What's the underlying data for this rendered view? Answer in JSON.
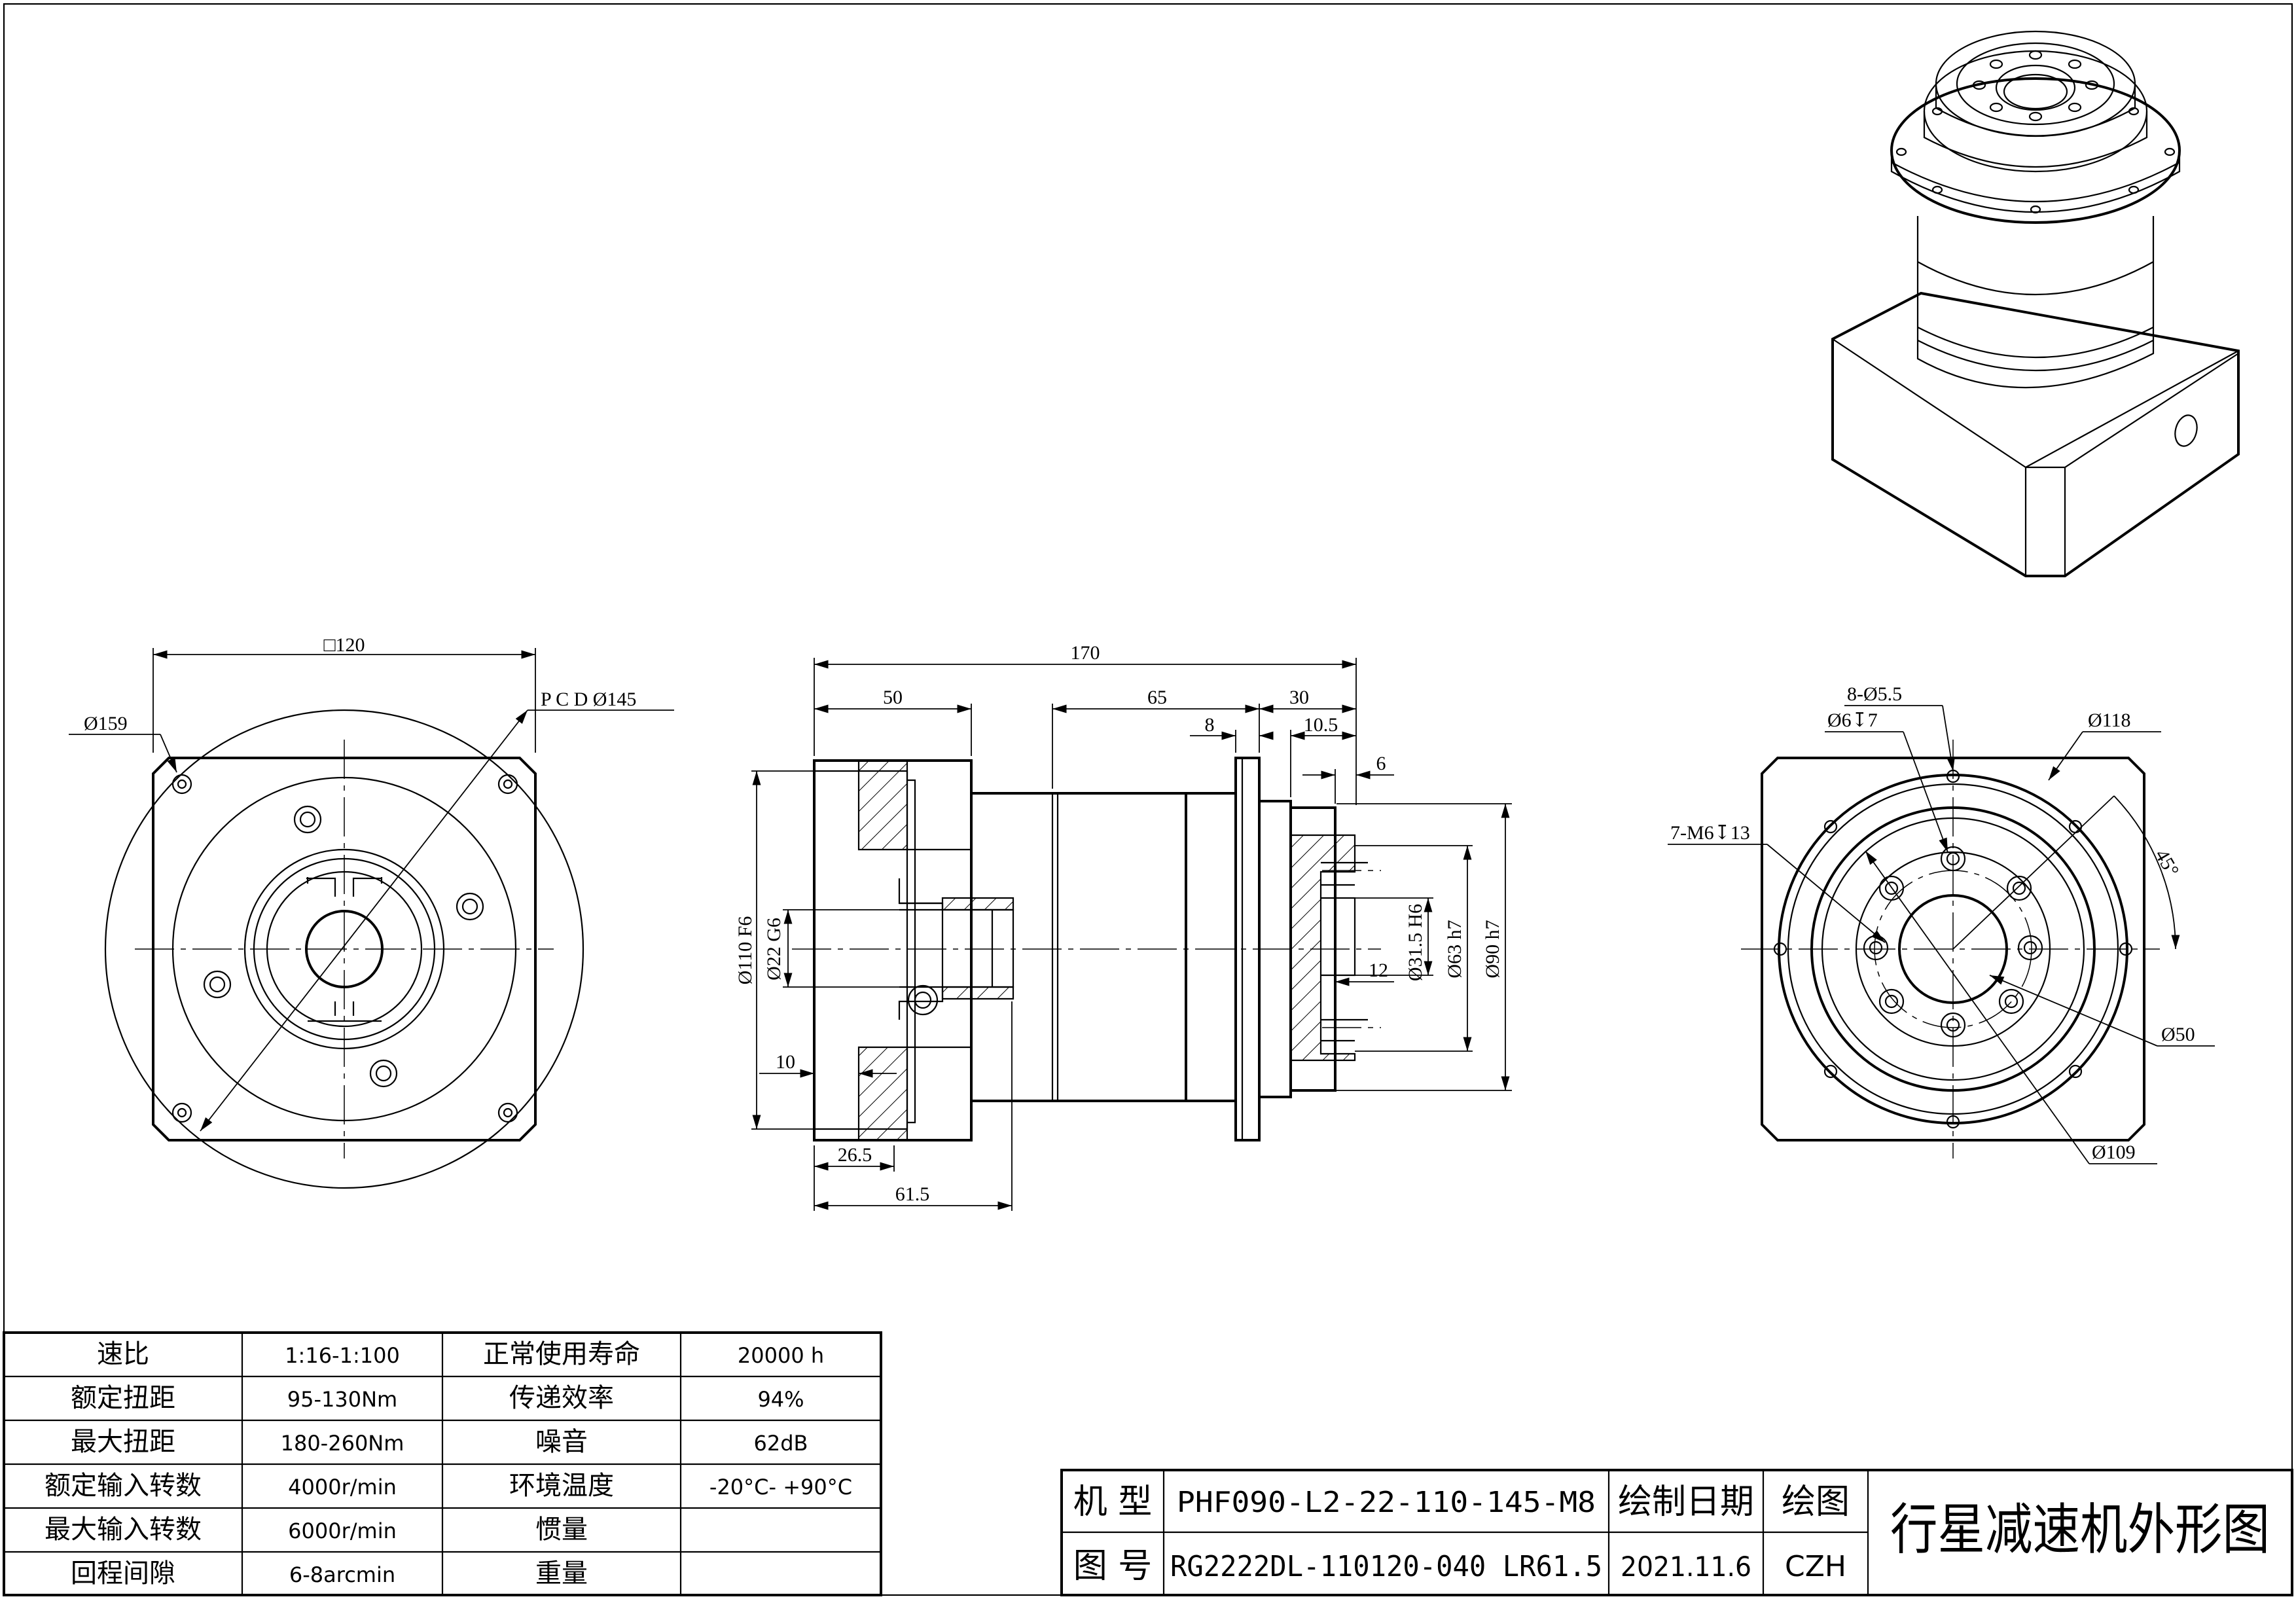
{
  "views": {
    "front_view": {
      "square": "□120",
      "circle_outer": "Ø159",
      "pcd": "P C D  Ø145"
    },
    "side_view": {
      "overall_length": "170",
      "len_50": "50",
      "len_65": "65",
      "len_30": "30",
      "len_8": "8",
      "len_10_5": "10.5",
      "len_6": "6",
      "len_12": "12",
      "len_10": "10",
      "len_26_5": "26.5",
      "len_61_5": "61.5",
      "dia_110": "Ø110 F6",
      "dia_22": "Ø22 G6",
      "dia_31_5": "Ø31.5 H6",
      "dia_63": "Ø63 h7",
      "dia_90": "Ø90 h7"
    },
    "output_view": {
      "holes_8": "8-Ø5.5",
      "depth_6": "Ø6↧7",
      "dia_118": "Ø118",
      "tap_7": "7-M6↧13",
      "angle": "45°",
      "dia_50": "Ø50",
      "dia_109": "Ø109"
    }
  },
  "spec_table": {
    "rows": [
      {
        "label1": "速比",
        "value1": "1:16-1:100",
        "label2": "正常使用寿命",
        "value2": "20000 h"
      },
      {
        "label1": "额定扭距",
        "value1": "95-130Nm",
        "label2": "传递效率",
        "value2": "94%"
      },
      {
        "label1": "最大扭距",
        "value1": "180-260Nm",
        "label2": "噪音",
        "value2": "62dB"
      },
      {
        "label1": "额定输入转数",
        "value1": "4000r/min",
        "label2": "环境温度",
        "value2": "-20°C- +90°C"
      },
      {
        "label1": "最大输入转数",
        "value1": "6000r/min",
        "label2": "惯量",
        "value2": ""
      },
      {
        "label1": "回程间隙",
        "value1": "6-8arcmin",
        "label2": "重量",
        "value2": ""
      }
    ]
  },
  "title_block": {
    "model_label": "机  型",
    "model_value": "PHF090-L2-22-110-145-M8",
    "drawing_no_label": "图  号",
    "drawing_no_value": "RG2222DL-110120-040 LR61.5",
    "draw_date_label": "绘制日期",
    "draw_date_value": "2021.11.6",
    "drawer_label": "绘图",
    "drawer_value": "CZH",
    "title": "行星减速机外形图"
  }
}
